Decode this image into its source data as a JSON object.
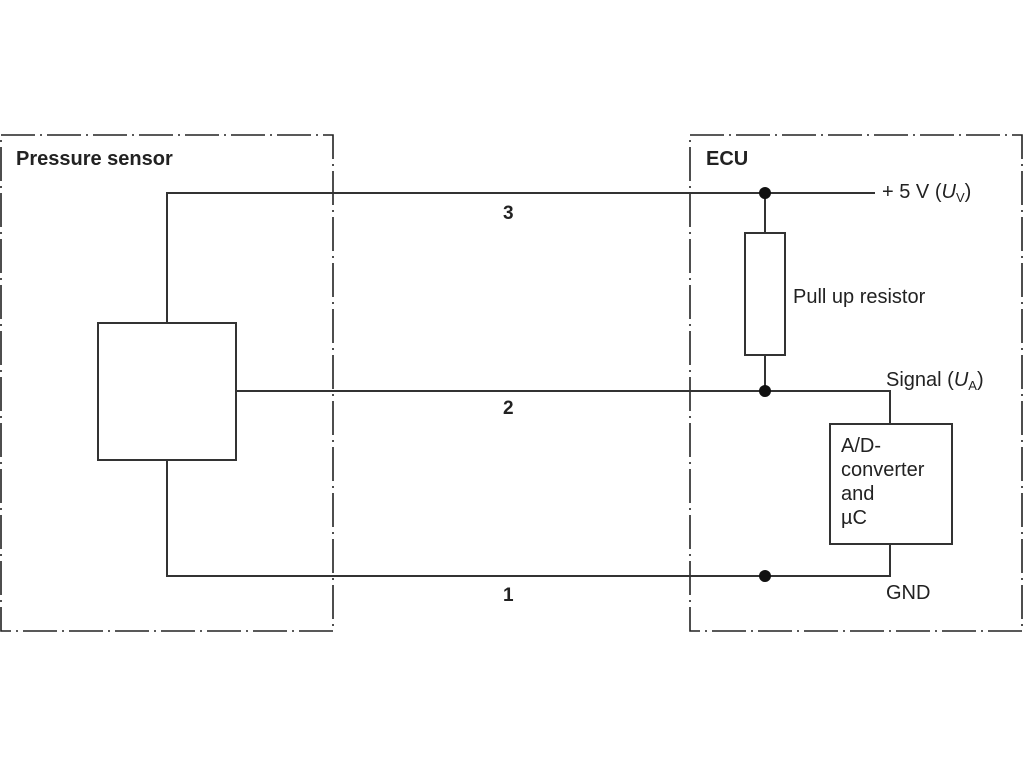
{
  "diagram": {
    "title_left": "Pressure sensor",
    "title_right": "ECU",
    "wires": [
      {
        "id": "3",
        "label": "3"
      },
      {
        "id": "2",
        "label": "2"
      },
      {
        "id": "1",
        "label": "1"
      }
    ],
    "supply": {
      "prefix": "+ 5 V (",
      "var": "U",
      "sub": "V",
      "suffix": ")"
    },
    "signal": {
      "prefix": "Signal (",
      "var": "U",
      "sub": "A",
      "suffix": ")"
    },
    "resistor_label": "Pull up resistor",
    "adc_lines": [
      "A/D-",
      "converter",
      "and",
      "µC"
    ],
    "gnd_label": "GND"
  }
}
